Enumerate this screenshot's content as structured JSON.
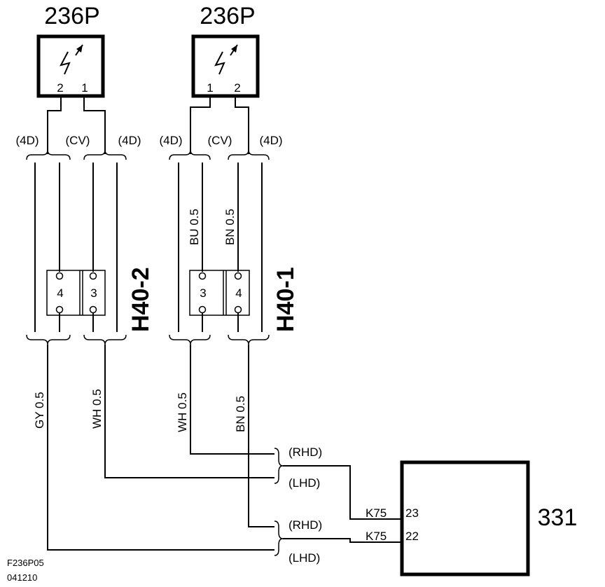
{
  "sensors": [
    {
      "id": "236P",
      "pins": [
        "2",
        "1"
      ]
    },
    {
      "id": "236P",
      "pins": [
        "1",
        "2"
      ]
    }
  ],
  "variants": {
    "left": [
      "(4D)",
      "(CV)",
      "(4D)"
    ],
    "right": [
      "(4D)",
      "(CV)",
      "(4D)"
    ]
  },
  "connectors": {
    "h40_2": {
      "label": "H40-2",
      "cells": [
        "4",
        "3"
      ]
    },
    "h40_1": {
      "label": "H40-1",
      "cells": [
        "3",
        "4"
      ]
    }
  },
  "wires": {
    "upper_right": [
      "BU 0.5",
      "BN 0.5"
    ],
    "lower": [
      "GY 0.5",
      "WH 0.5",
      "WH 0.5",
      "BN 0.5"
    ]
  },
  "drive": {
    "upper": [
      "(RHD)",
      "(LHD)"
    ],
    "lower": [
      "(RHD)",
      "(LHD)"
    ]
  },
  "module": {
    "id": "331",
    "terminals": [
      {
        "conn": "K75",
        "pin": "23"
      },
      {
        "conn": "K75",
        "pin": "22"
      }
    ]
  },
  "figure": {
    "code": "F236P05",
    "date": "041210"
  },
  "colors": {
    "line": "#000000",
    "background": "#ffffff"
  },
  "icons": [
    "sensor-lightning-arrow-icon"
  ]
}
